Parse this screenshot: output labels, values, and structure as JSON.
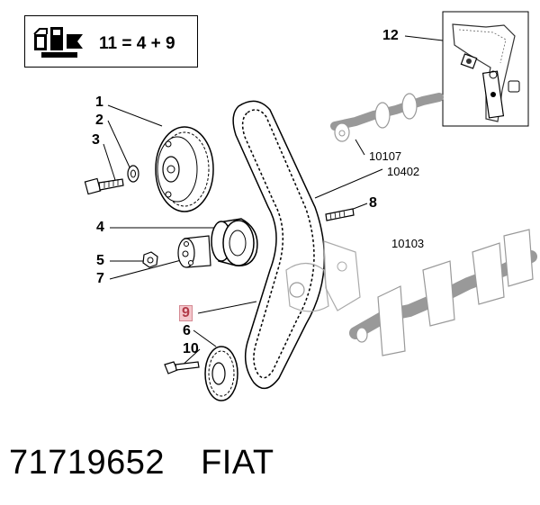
{
  "kit": {
    "formula": "11 = 4 + 9",
    "icon": "parts-kit-icon"
  },
  "callouts": {
    "c1": "1",
    "c2": "2",
    "c3": "3",
    "c4": "4",
    "c5": "5",
    "c6": "6",
    "c7": "7",
    "c8": "8",
    "c9": "9",
    "c10": "10",
    "c12": "12"
  },
  "references": {
    "r10107": "10107",
    "r10402": "10402",
    "r10103": "10103"
  },
  "footer": {
    "part_number": "71719652",
    "brand": "FIAT"
  },
  "colors": {
    "highlight_bg": "#f4c7cc",
    "highlight_text": "#b23a48"
  }
}
